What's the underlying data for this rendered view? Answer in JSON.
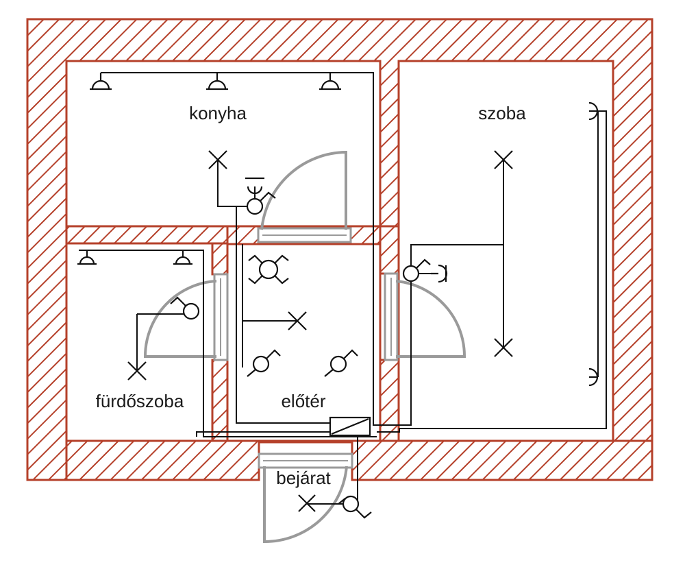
{
  "rooms": {
    "konyha": "konyha",
    "szoba": "szoba",
    "furdoszoba": "fürdőszoba",
    "eloter": "előtér",
    "bejarat": "bejárat"
  },
  "colors": {
    "wall_outline": "#b5402a",
    "hatch": "#b5402a",
    "door": "#9a9a9a",
    "wiring": "#111111",
    "background": "#ffffff"
  }
}
